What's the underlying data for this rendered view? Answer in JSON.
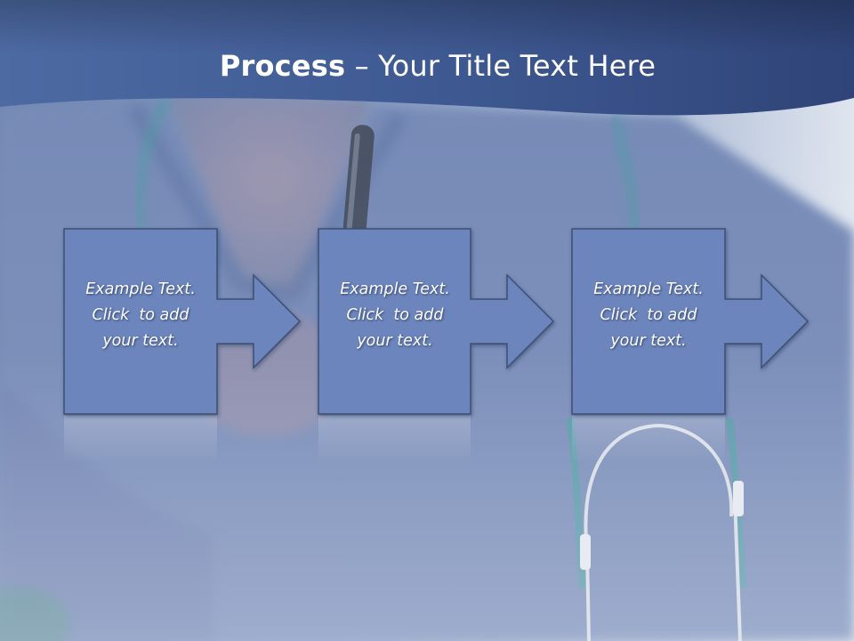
{
  "slide": {
    "title_bold": "Process",
    "title_separator": "–",
    "title_rest": "Your Title Text Here"
  },
  "steps": [
    {
      "lines": [
        "Example Text.",
        "Click  to add",
        "your text."
      ]
    },
    {
      "lines": [
        "Example Text.",
        "Click  to add",
        "your text."
      ]
    },
    {
      "lines": [
        "Example Text.",
        "Click  to add",
        "your text."
      ]
    }
  ],
  "colors": {
    "banner": "#3f5a93",
    "box_fill": "#6c85bd",
    "box_stroke": "#3e4f73",
    "text": "#ffffff"
  }
}
